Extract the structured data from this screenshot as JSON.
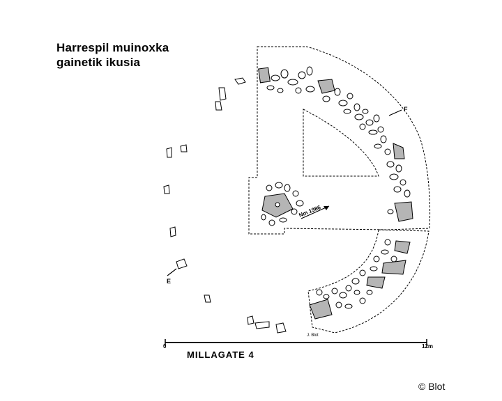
{
  "title": {
    "line1": "Harrespil muinoxka",
    "line2": "gainetik ikusia"
  },
  "credit": "© Blot",
  "plan": {
    "name": "MILLAGATE 4",
    "north_label": "Nm 1986",
    "label_f": "F",
    "label_e": "E",
    "artist_mark": "J. Blot",
    "scale_start": "0",
    "scale_end": "12m"
  },
  "colors": {
    "ink": "#000000",
    "stone_fill": "#b5b5b5",
    "background": "#ffffff"
  }
}
